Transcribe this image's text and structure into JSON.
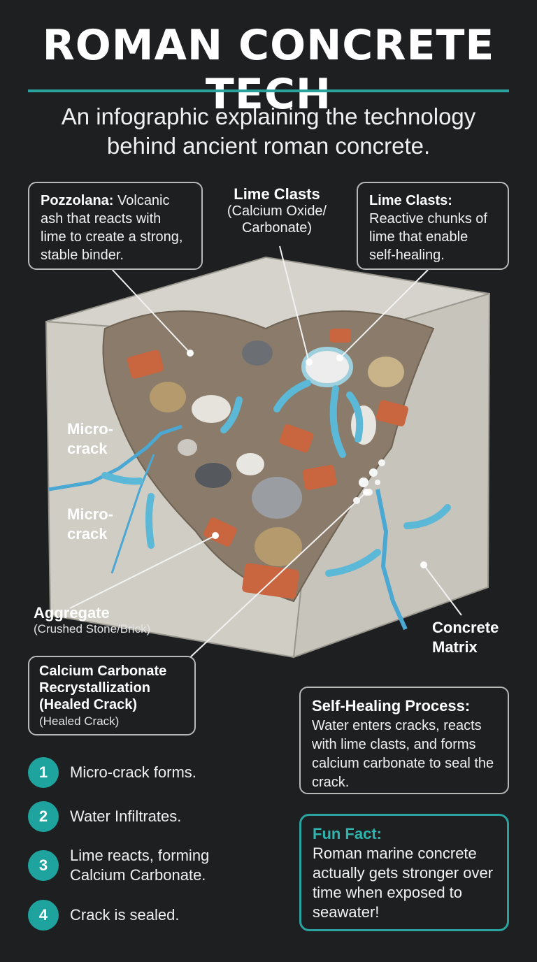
{
  "header": {
    "title": "ROMAN CONCRETE TECH",
    "subtitle": "An infographic explaining the technology behind ancient roman concrete."
  },
  "callouts": {
    "pozzolana": {
      "term": "Pozzolana:",
      "text": " Volcanic ash that reacts with lime to create a strong, stable binder."
    },
    "lime_clasts_center": {
      "term": "Lime Clasts",
      "detail": "(Calcium Oxide/ Carbonate)"
    },
    "lime_clasts_box": {
      "term": "Lime Clasts:",
      "text": "Reactive chunks of lime that enable self-healing."
    },
    "micro_crack_1": "Micro-crack",
    "micro_crack_2": "Micro-crack",
    "aggregate": {
      "term": "Aggregate",
      "detail": "(Crushed Stone/Brick)"
    },
    "concrete_matrix": "Concrete Matrix",
    "recrystallization": {
      "term": "Calcium Carbonate Recrystallization (Healed Crack)",
      "detail": "(Healed Crack)"
    },
    "self_healing": {
      "term": "Self-Healing Process:",
      "text": "Water enters cracks, reacts with lime clasts, and forms calcium carbonate to seal the crack."
    }
  },
  "steps": [
    {
      "num": "1",
      "text": "Micro-crack forms."
    },
    {
      "num": "2",
      "text": "Water Infiltrates."
    },
    {
      "num": "3",
      "text": "Lime reacts, forming Calcium Carbonate."
    },
    {
      "num": "4",
      "text": "Crack is sealed."
    }
  ],
  "fun_fact": {
    "title": "Fun Fact:",
    "text": "Roman marine concrete actually gets stronger over time when exposed to seawater!"
  },
  "colors": {
    "background": "#1e1f21",
    "accent": "#2aa3a0",
    "water": "#5bb8d6",
    "brick": "#c9653f",
    "concrete": "#cfccc4"
  }
}
